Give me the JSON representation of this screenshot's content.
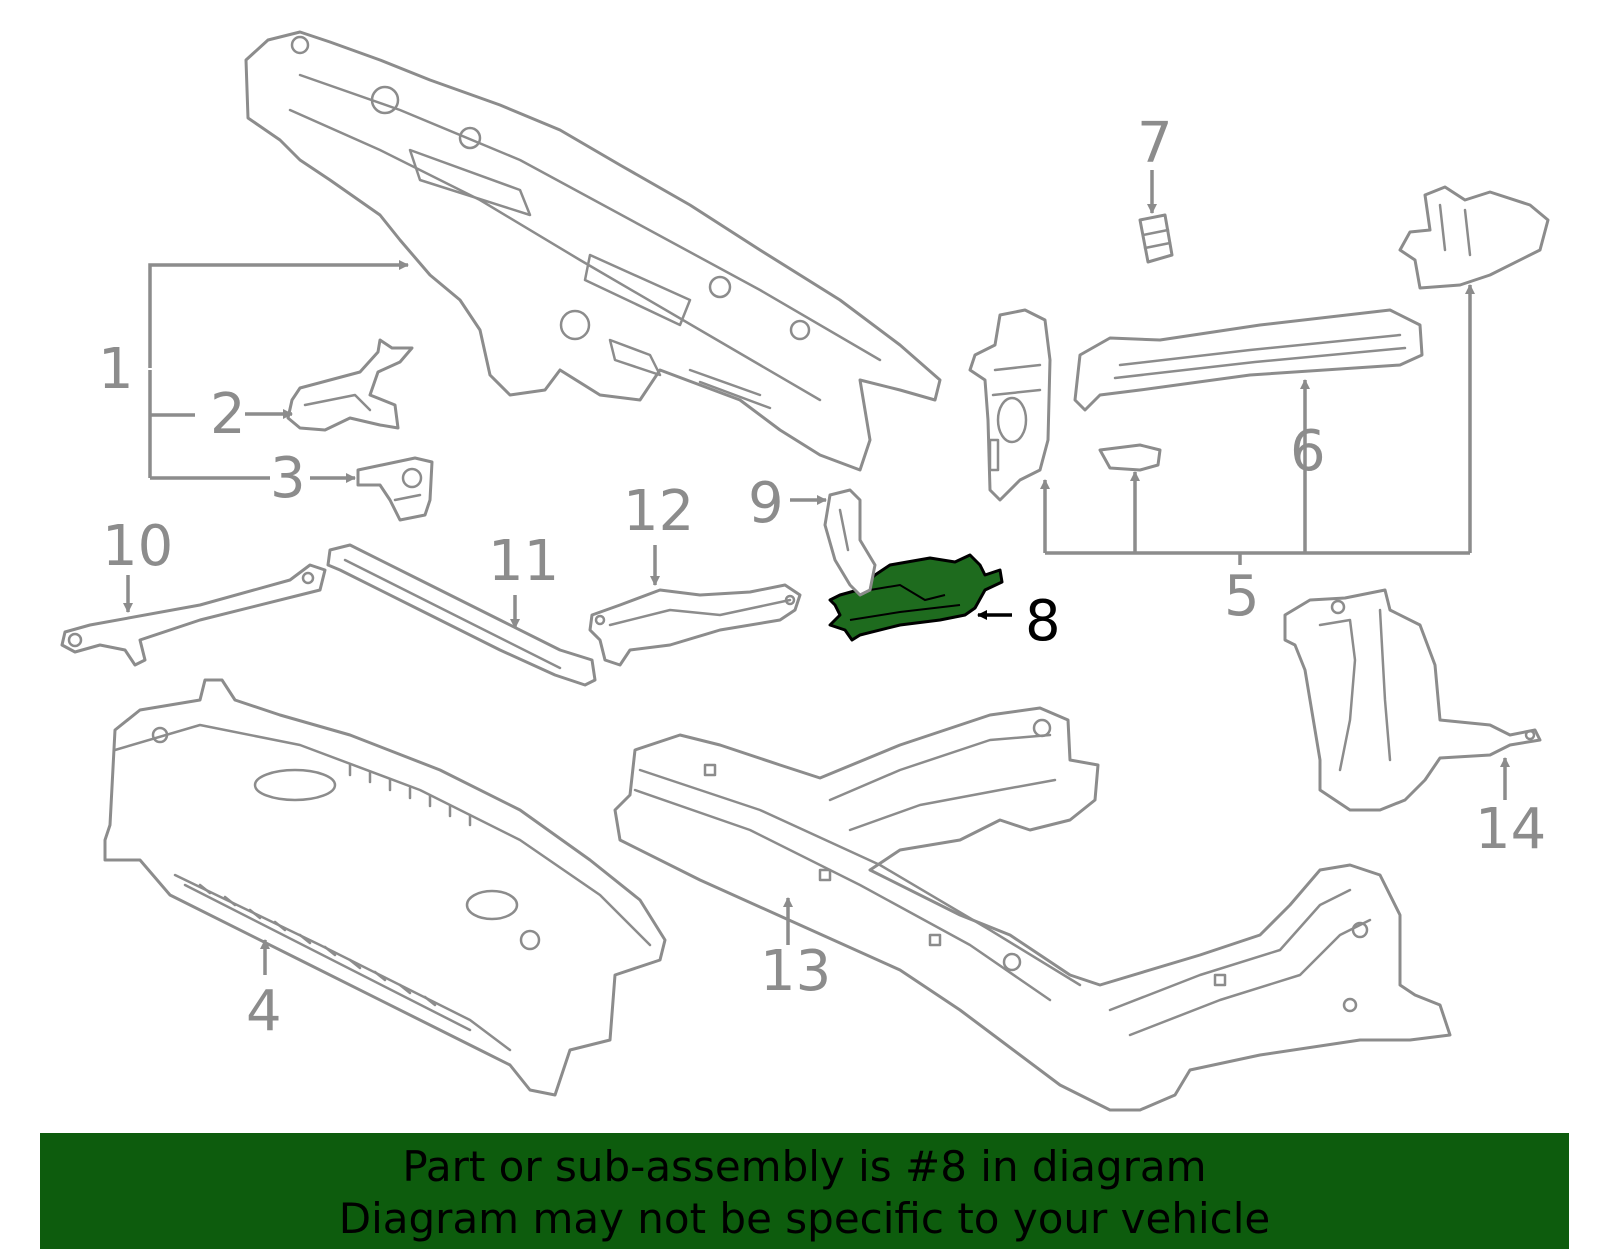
{
  "diagram": {
    "highlight_color": "#1e6b1e",
    "line_color": "#8c8c8c",
    "callouts": [
      {
        "id": "1",
        "label": "1"
      },
      {
        "id": "2",
        "label": "2"
      },
      {
        "id": "3",
        "label": "3"
      },
      {
        "id": "4",
        "label": "4"
      },
      {
        "id": "5",
        "label": "5"
      },
      {
        "id": "6",
        "label": "6"
      },
      {
        "id": "7",
        "label": "7"
      },
      {
        "id": "8",
        "label": "8",
        "highlighted": true
      },
      {
        "id": "9",
        "label": "9"
      },
      {
        "id": "10",
        "label": "10"
      },
      {
        "id": "11",
        "label": "11"
      },
      {
        "id": "12",
        "label": "12"
      },
      {
        "id": "13",
        "label": "13"
      },
      {
        "id": "14",
        "label": "14"
      }
    ]
  },
  "banner": {
    "background": "#0d5c0d",
    "line1": "Part or sub-assembly is #8 in diagram",
    "line2": "Diagram may not be specific to your vehicle"
  }
}
